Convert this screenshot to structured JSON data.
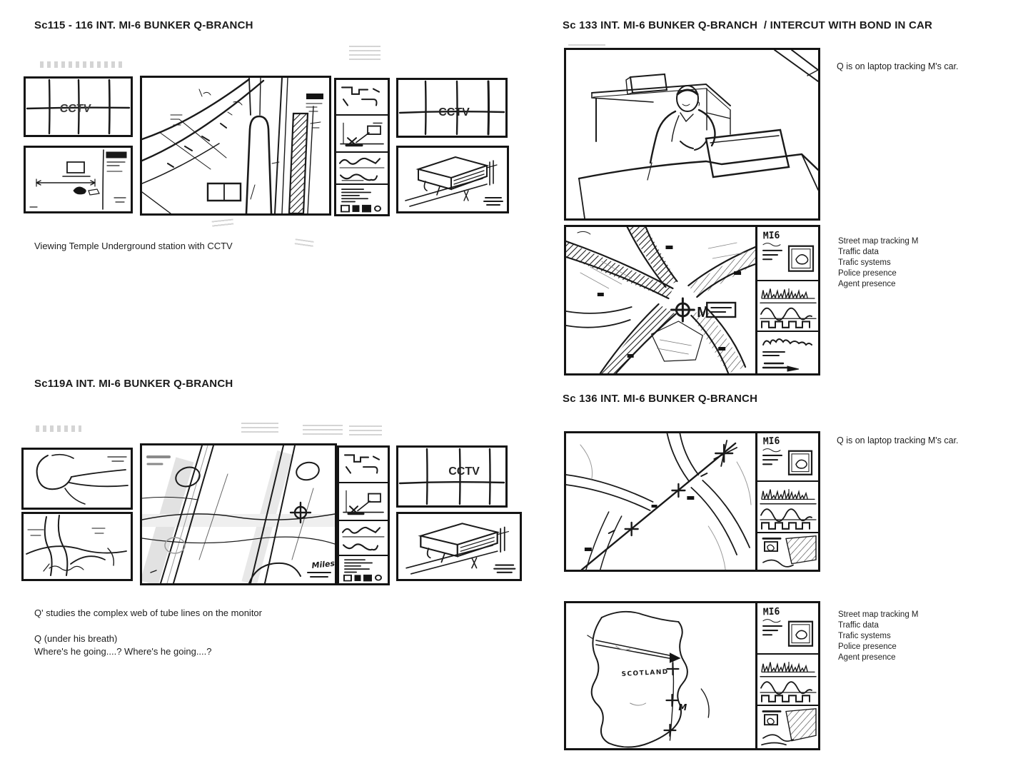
{
  "sections": {
    "s115": {
      "title": "Sc115 - 116 INT. MI-6 BUNKER Q-BRANCH",
      "caption": "Viewing Temple Underground station with CCTV",
      "cctv_monitor_label": "CCTV",
      "cctv_monitor_label_2": "CCTV"
    },
    "s119a": {
      "title": "Sc119A INT. MI-6 BUNKER Q-BRANCH",
      "action_caption": "Q' studies the complex web of tube lines on the monitor",
      "dialogue_cue": "Q (under his breath)",
      "dialogue_line": "Where's he going....? Where's he going....?",
      "cctv_monitor_label": "CCTV",
      "miles_note": "Miles"
    },
    "s133": {
      "title": "Sc 133 INT. MI-6 BUNKER Q-BRANCH  / INTERCUT WITH BOND IN CAR",
      "caption": "Q is on laptop tracking M's car.",
      "annotations": [
        "Street map tracking M",
        "Traffic data",
        "Trafic systems",
        "Police presence",
        "Agent presence"
      ],
      "map_marker_label": "M",
      "sidebar_system_label": "MI6"
    },
    "s136": {
      "title": "Sc 136 INT. MI-6 BUNKER Q-BRANCH",
      "caption": "Q is on laptop tracking M's car.",
      "annotations": [
        "Street map tracking M",
        "Traffic data",
        "Trafic systems",
        "Police presence",
        "Agent presence"
      ],
      "sidebar_system_label": "MI6",
      "sidebar_system_label_2": "MI6",
      "scotland_label": "SCOTLAND",
      "map_marker_label": "M"
    }
  },
  "ink_color": "#161616"
}
